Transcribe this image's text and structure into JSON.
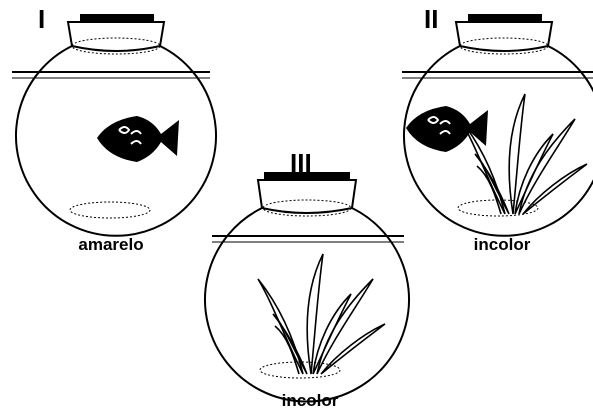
{
  "jars": [
    {
      "numeral": "I",
      "solution_color": "amarelo",
      "contents": [
        "fish-icon"
      ]
    },
    {
      "numeral": "II",
      "solution_color": "incolor",
      "contents": [
        "fish-icon",
        "plant-icon"
      ]
    },
    {
      "numeral": "III",
      "solution_color": "incolor",
      "contents": [
        "plant-icon"
      ]
    }
  ]
}
